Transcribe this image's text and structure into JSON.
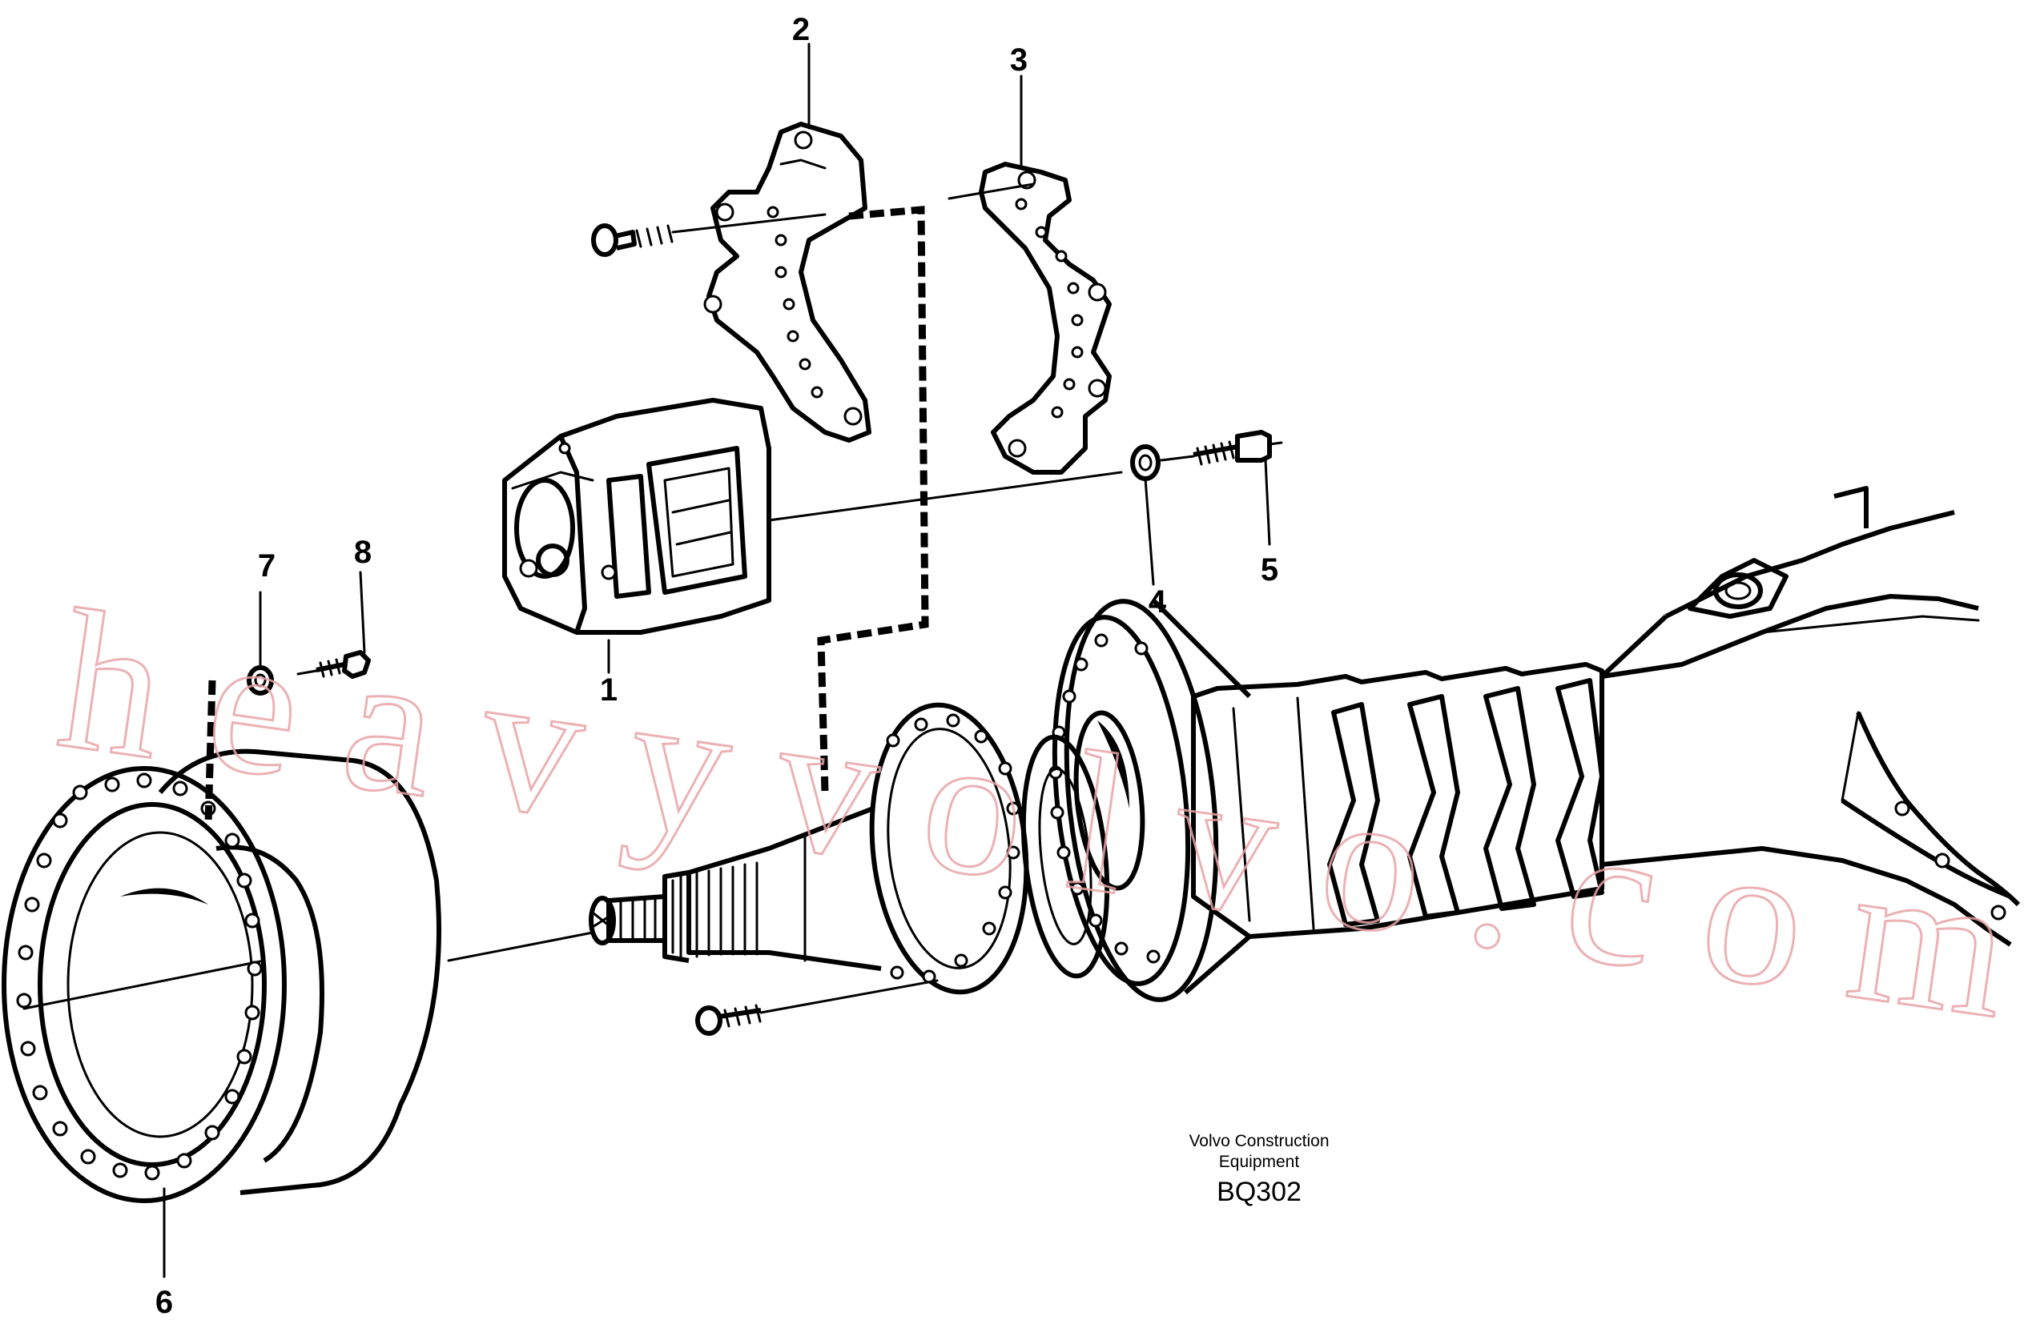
{
  "diagram": {
    "callouts": [
      {
        "id": "1",
        "label": "1"
      },
      {
        "id": "2",
        "label": "2"
      },
      {
        "id": "3",
        "label": "3"
      },
      {
        "id": "4",
        "label": "4"
      },
      {
        "id": "5",
        "label": "5"
      },
      {
        "id": "6",
        "label": "6"
      },
      {
        "id": "7",
        "label": "7"
      },
      {
        "id": "8",
        "label": "8"
      }
    ],
    "credit_line1": "Volvo Construction",
    "credit_line2": "Equipment",
    "drawing_code": "BQ302",
    "watermark": "heavyvolvo.com"
  }
}
